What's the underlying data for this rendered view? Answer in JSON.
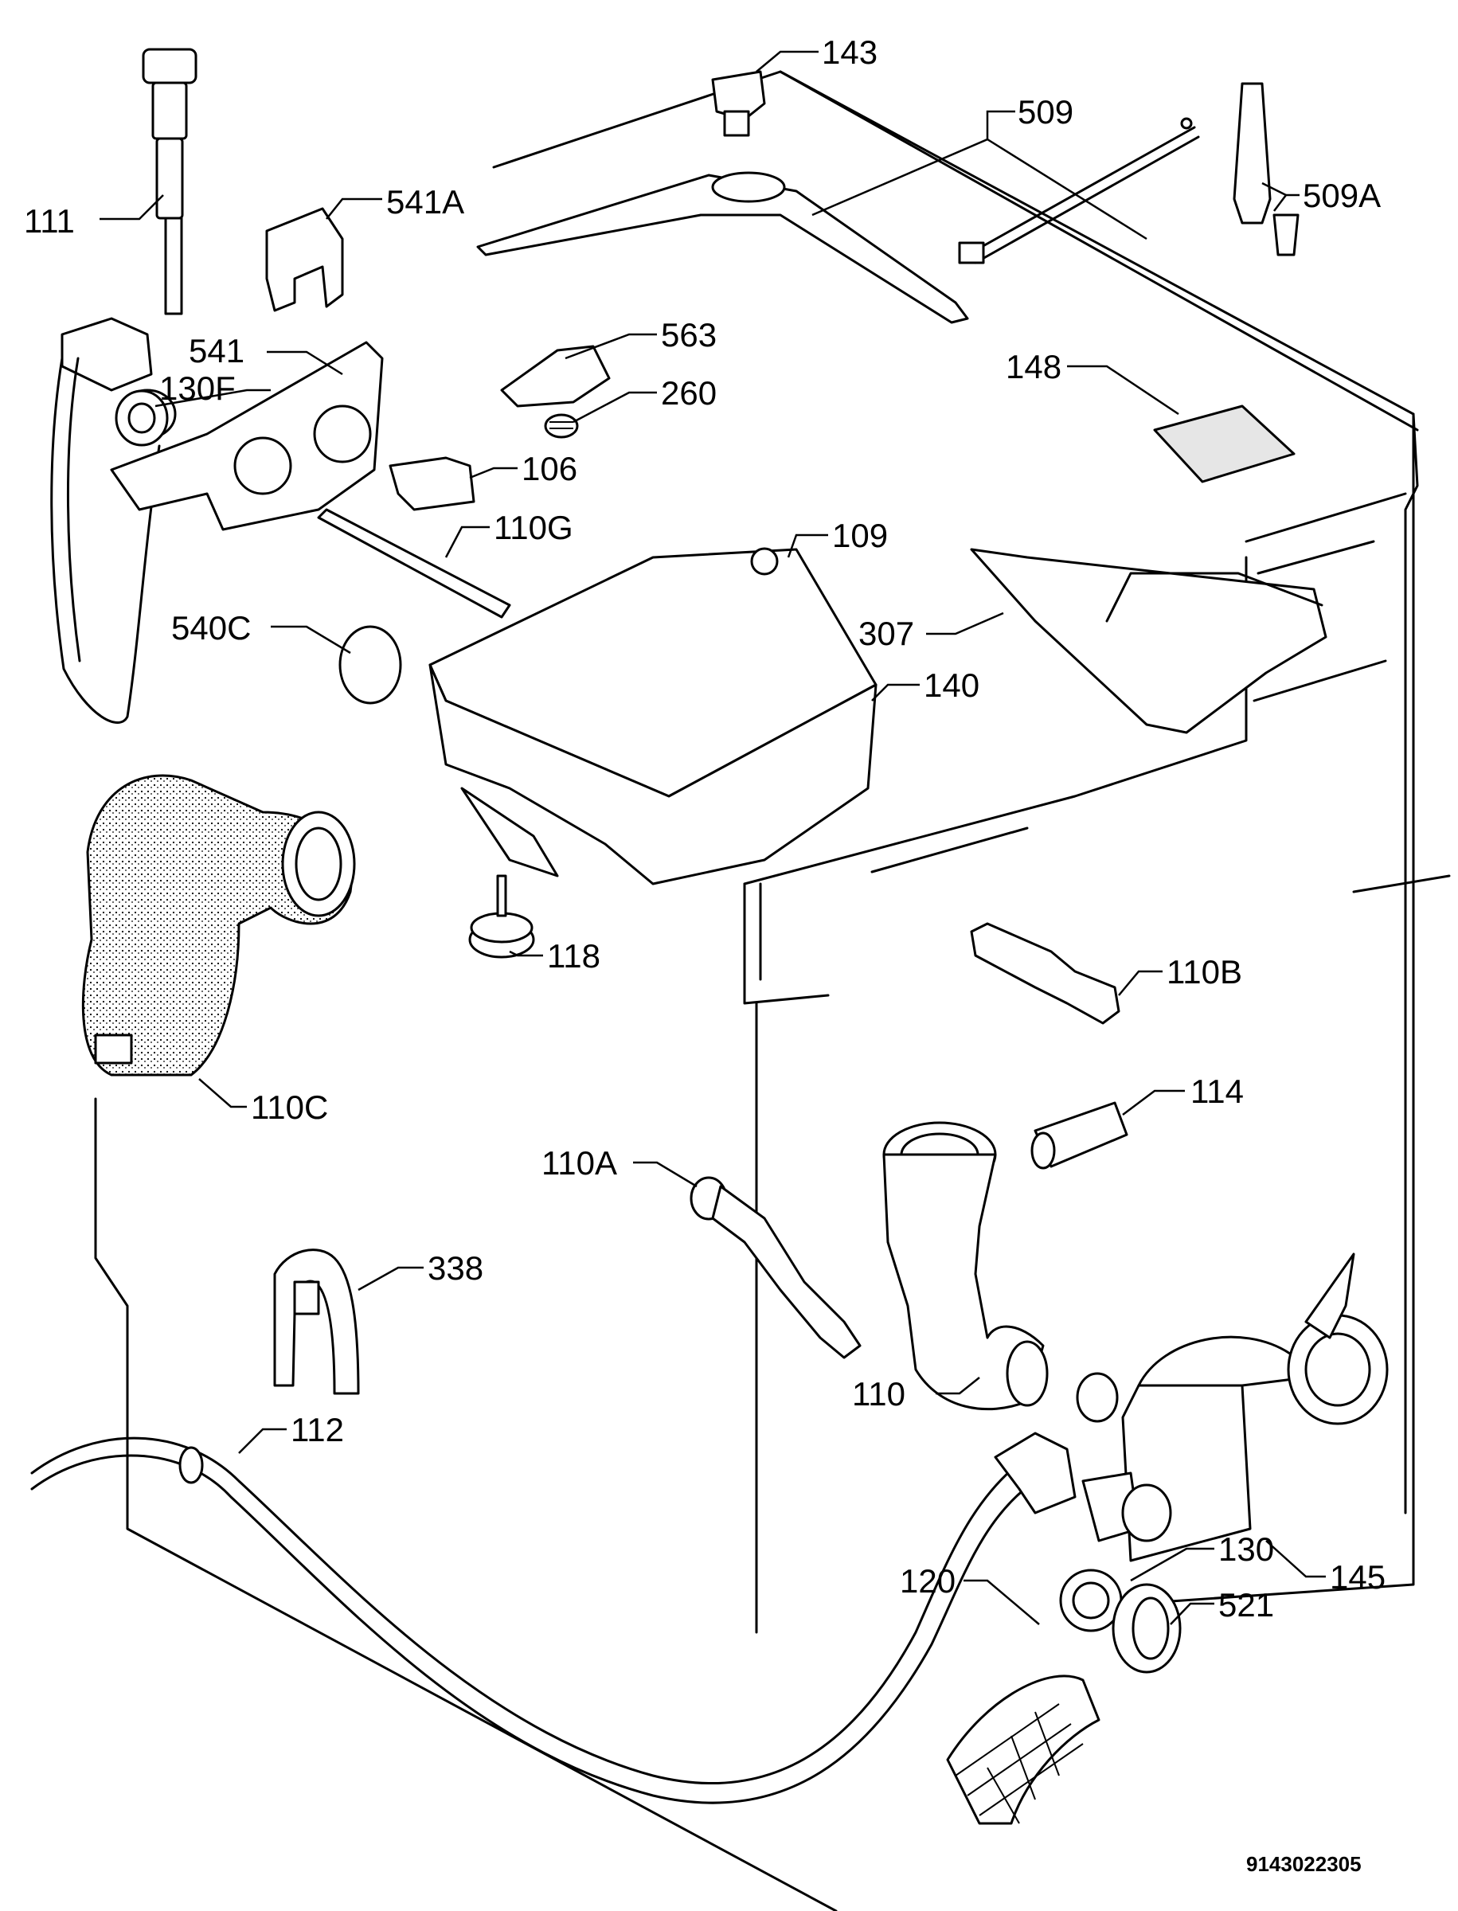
{
  "labels": {
    "p111": "111",
    "p541a": "541A",
    "p541": "541",
    "p130f": "130F",
    "p143": "143",
    "p509": "509",
    "p509a": "509A",
    "p563": "563",
    "p260": "260",
    "p106": "106",
    "p110g": "110G",
    "p109": "109",
    "p148": "148",
    "p307": "307",
    "p540c": "540C",
    "p140": "140",
    "p118": "118",
    "p110b": "110B",
    "p110c": "110C",
    "p114": "114",
    "p110a": "110A",
    "p338": "338",
    "p110": "110",
    "p112": "112",
    "p145": "145",
    "p130": "130",
    "p120": "120",
    "p521": "521"
  },
  "drawing_number": "9143022305"
}
